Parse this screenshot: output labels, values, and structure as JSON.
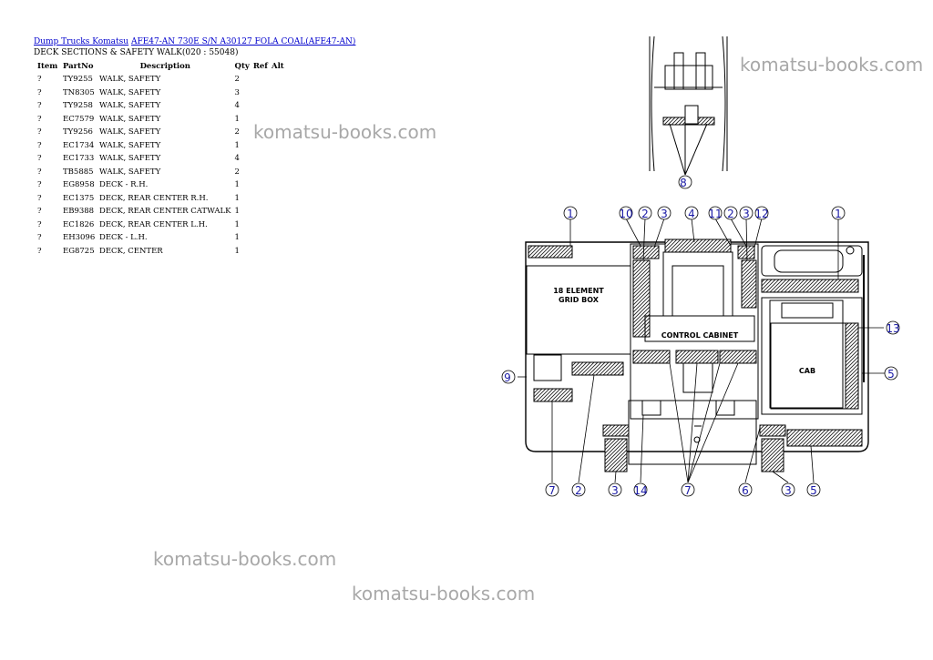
{
  "breadcrumb": {
    "link1": "Dump Trucks Komatsu",
    "link2": "AFE47-AN 730E S/N A30127 FOLA COAL(AFE47-AN)"
  },
  "subtitle": "DECK SECTIONS & SAFETY WALK(020 : 55048)",
  "table": {
    "headers": {
      "item": "Item",
      "partno": "PartNo",
      "description": "Description",
      "qty": "Qty",
      "ref": "Ref",
      "alt": "Alt"
    },
    "rows": [
      {
        "item": "?",
        "partno": "TY9255",
        "description": "WALK, SAFETY",
        "qty": "2"
      },
      {
        "item": "?",
        "partno": "TN8305",
        "description": "WALK, SAFETY",
        "qty": "3"
      },
      {
        "item": "?",
        "partno": "TY9258",
        "description": "WALK, SAFETY",
        "qty": "4"
      },
      {
        "item": "?",
        "partno": "EC7579",
        "description": "WALK, SAFETY",
        "qty": "1"
      },
      {
        "item": "?",
        "partno": "TY9256",
        "description": "WALK, SAFETY",
        "qty": "2"
      },
      {
        "item": "?",
        "partno": "EC1734",
        "description": "WALK, SAFETY",
        "qty": "1"
      },
      {
        "item": "?",
        "partno": "EC1733",
        "description": "WALK, SAFETY",
        "qty": "4"
      },
      {
        "item": "?",
        "partno": "TB5885",
        "description": "WALK, SAFETY",
        "qty": "2"
      },
      {
        "item": "?",
        "partno": "EG8958",
        "description": "DECK - R.H.",
        "qty": "1"
      },
      {
        "item": "?",
        "partno": "EC1375",
        "description": "DECK, REAR CENTER R.H.",
        "qty": "1"
      },
      {
        "item": "?",
        "partno": "EB9388",
        "description": "DECK, REAR CENTER CATWALK",
        "qty": "1"
      },
      {
        "item": "?",
        "partno": "EC1826",
        "description": "DECK, REAR CENTER L.H.",
        "qty": "1"
      },
      {
        "item": "?",
        "partno": "EH3096",
        "description": "DECK - L.H.",
        "qty": "1"
      },
      {
        "item": "?",
        "partno": "EG8725",
        "description": "DECK, CENTER",
        "qty": "1"
      }
    ]
  },
  "watermark": "komatsu-books.com",
  "diagram": {
    "labels": {
      "grid_box_1": "18 ELEMENT",
      "grid_box_2": "GRID BOX",
      "control_cabinet": "CONTROL CABINET",
      "cab": "CAB"
    },
    "callouts_top_detail": [
      "8"
    ],
    "callouts_top": [
      "1",
      "10",
      "2",
      "3",
      "4",
      "11",
      "2",
      "3",
      "12",
      "1"
    ],
    "callouts_side": [
      "9",
      "13",
      "5"
    ],
    "callouts_bottom": [
      "7",
      "2",
      "3",
      "14",
      "7",
      "6",
      "3",
      "5"
    ]
  },
  "colors": {
    "link": "#0000cc",
    "callout": "#1a1aa6",
    "watermark": "#a8a8a8"
  }
}
